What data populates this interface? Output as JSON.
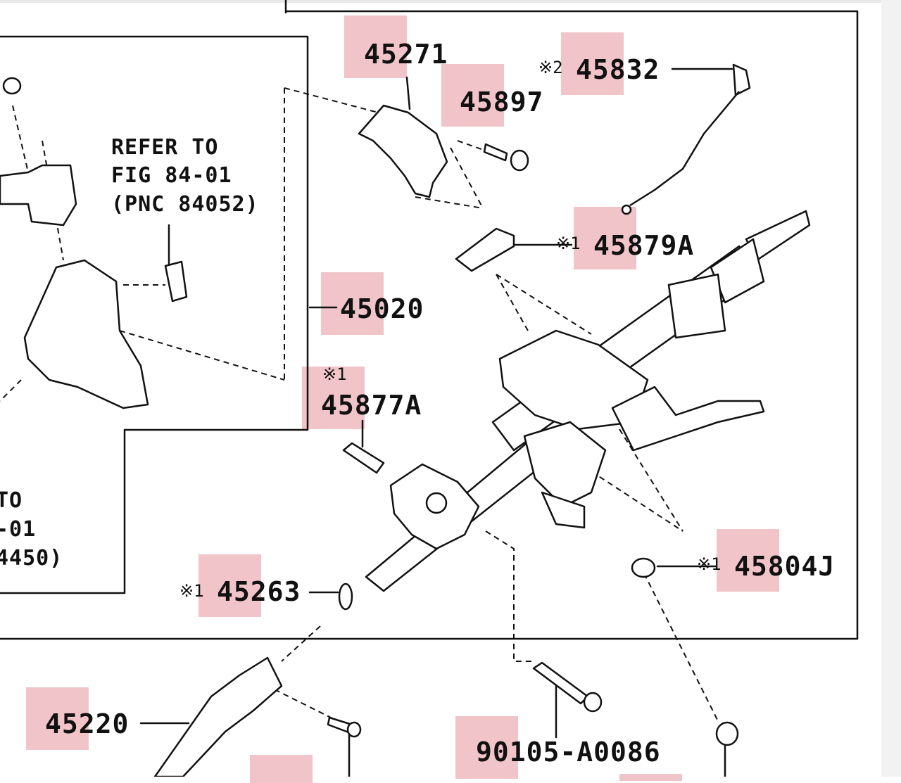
{
  "colors": {
    "highlight": "#f0c4c8",
    "line": "#111111",
    "background": "#ffffff"
  },
  "labels": {
    "p45271": "45271",
    "p45832": "45832",
    "p45832_mark": "※2",
    "p45897": "45897",
    "p45879a": "45879A",
    "p45879a_mark": "※1",
    "p45020": "45020",
    "p45877a": "45877A",
    "p45877a_mark": "※1",
    "p45804j": "45804J",
    "p45804j_mark": "※1",
    "p45263": "45263",
    "p45263_mark": "※1",
    "p45220": "45220",
    "p90105": "90105-A0086"
  },
  "refer_note": {
    "line1": "REFER TO",
    "line2": "FIG 84-01",
    "line3": "(PNC 84052)"
  },
  "partial_note": {
    "line1": "TO",
    "line2": "-01",
    "line3": "4450)"
  }
}
